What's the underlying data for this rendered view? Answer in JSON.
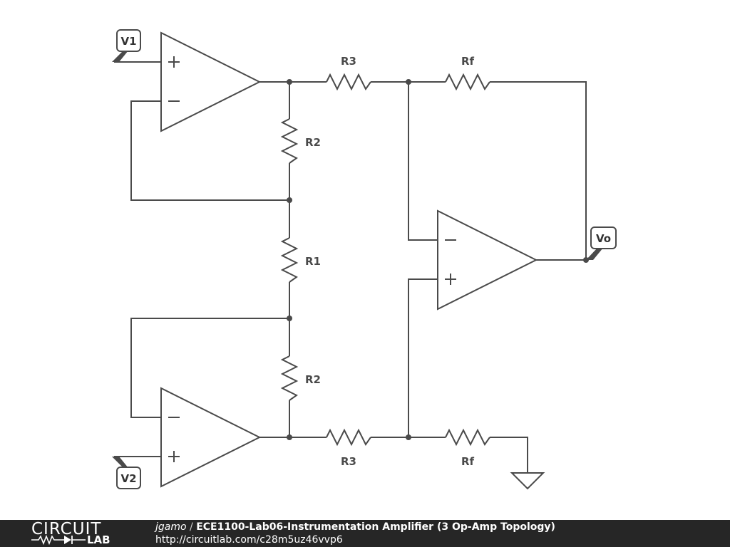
{
  "schematic": {
    "ports": {
      "v1": "V1",
      "v2": "V2",
      "vo": "Vo"
    },
    "resistors": {
      "r3_top": "R3",
      "rf_top": "Rf",
      "r2_top": "R2",
      "r1": "R1",
      "r2_bottom": "R2",
      "r3_bottom": "R3",
      "rf_bottom": "Rf"
    },
    "colors": {
      "wire": "#4a4a4a",
      "footer_bg": "#262626"
    }
  },
  "footer": {
    "logo_top": "CIRCUIT",
    "logo_bottom": "LAB",
    "user": "jgamo",
    "separator": " / ",
    "title": "ECE1100-Lab06-Instrumentation Amplifier (3 Op-Amp Topology)",
    "url": "http://circuitlab.com/c28m5uz46vvp6"
  }
}
